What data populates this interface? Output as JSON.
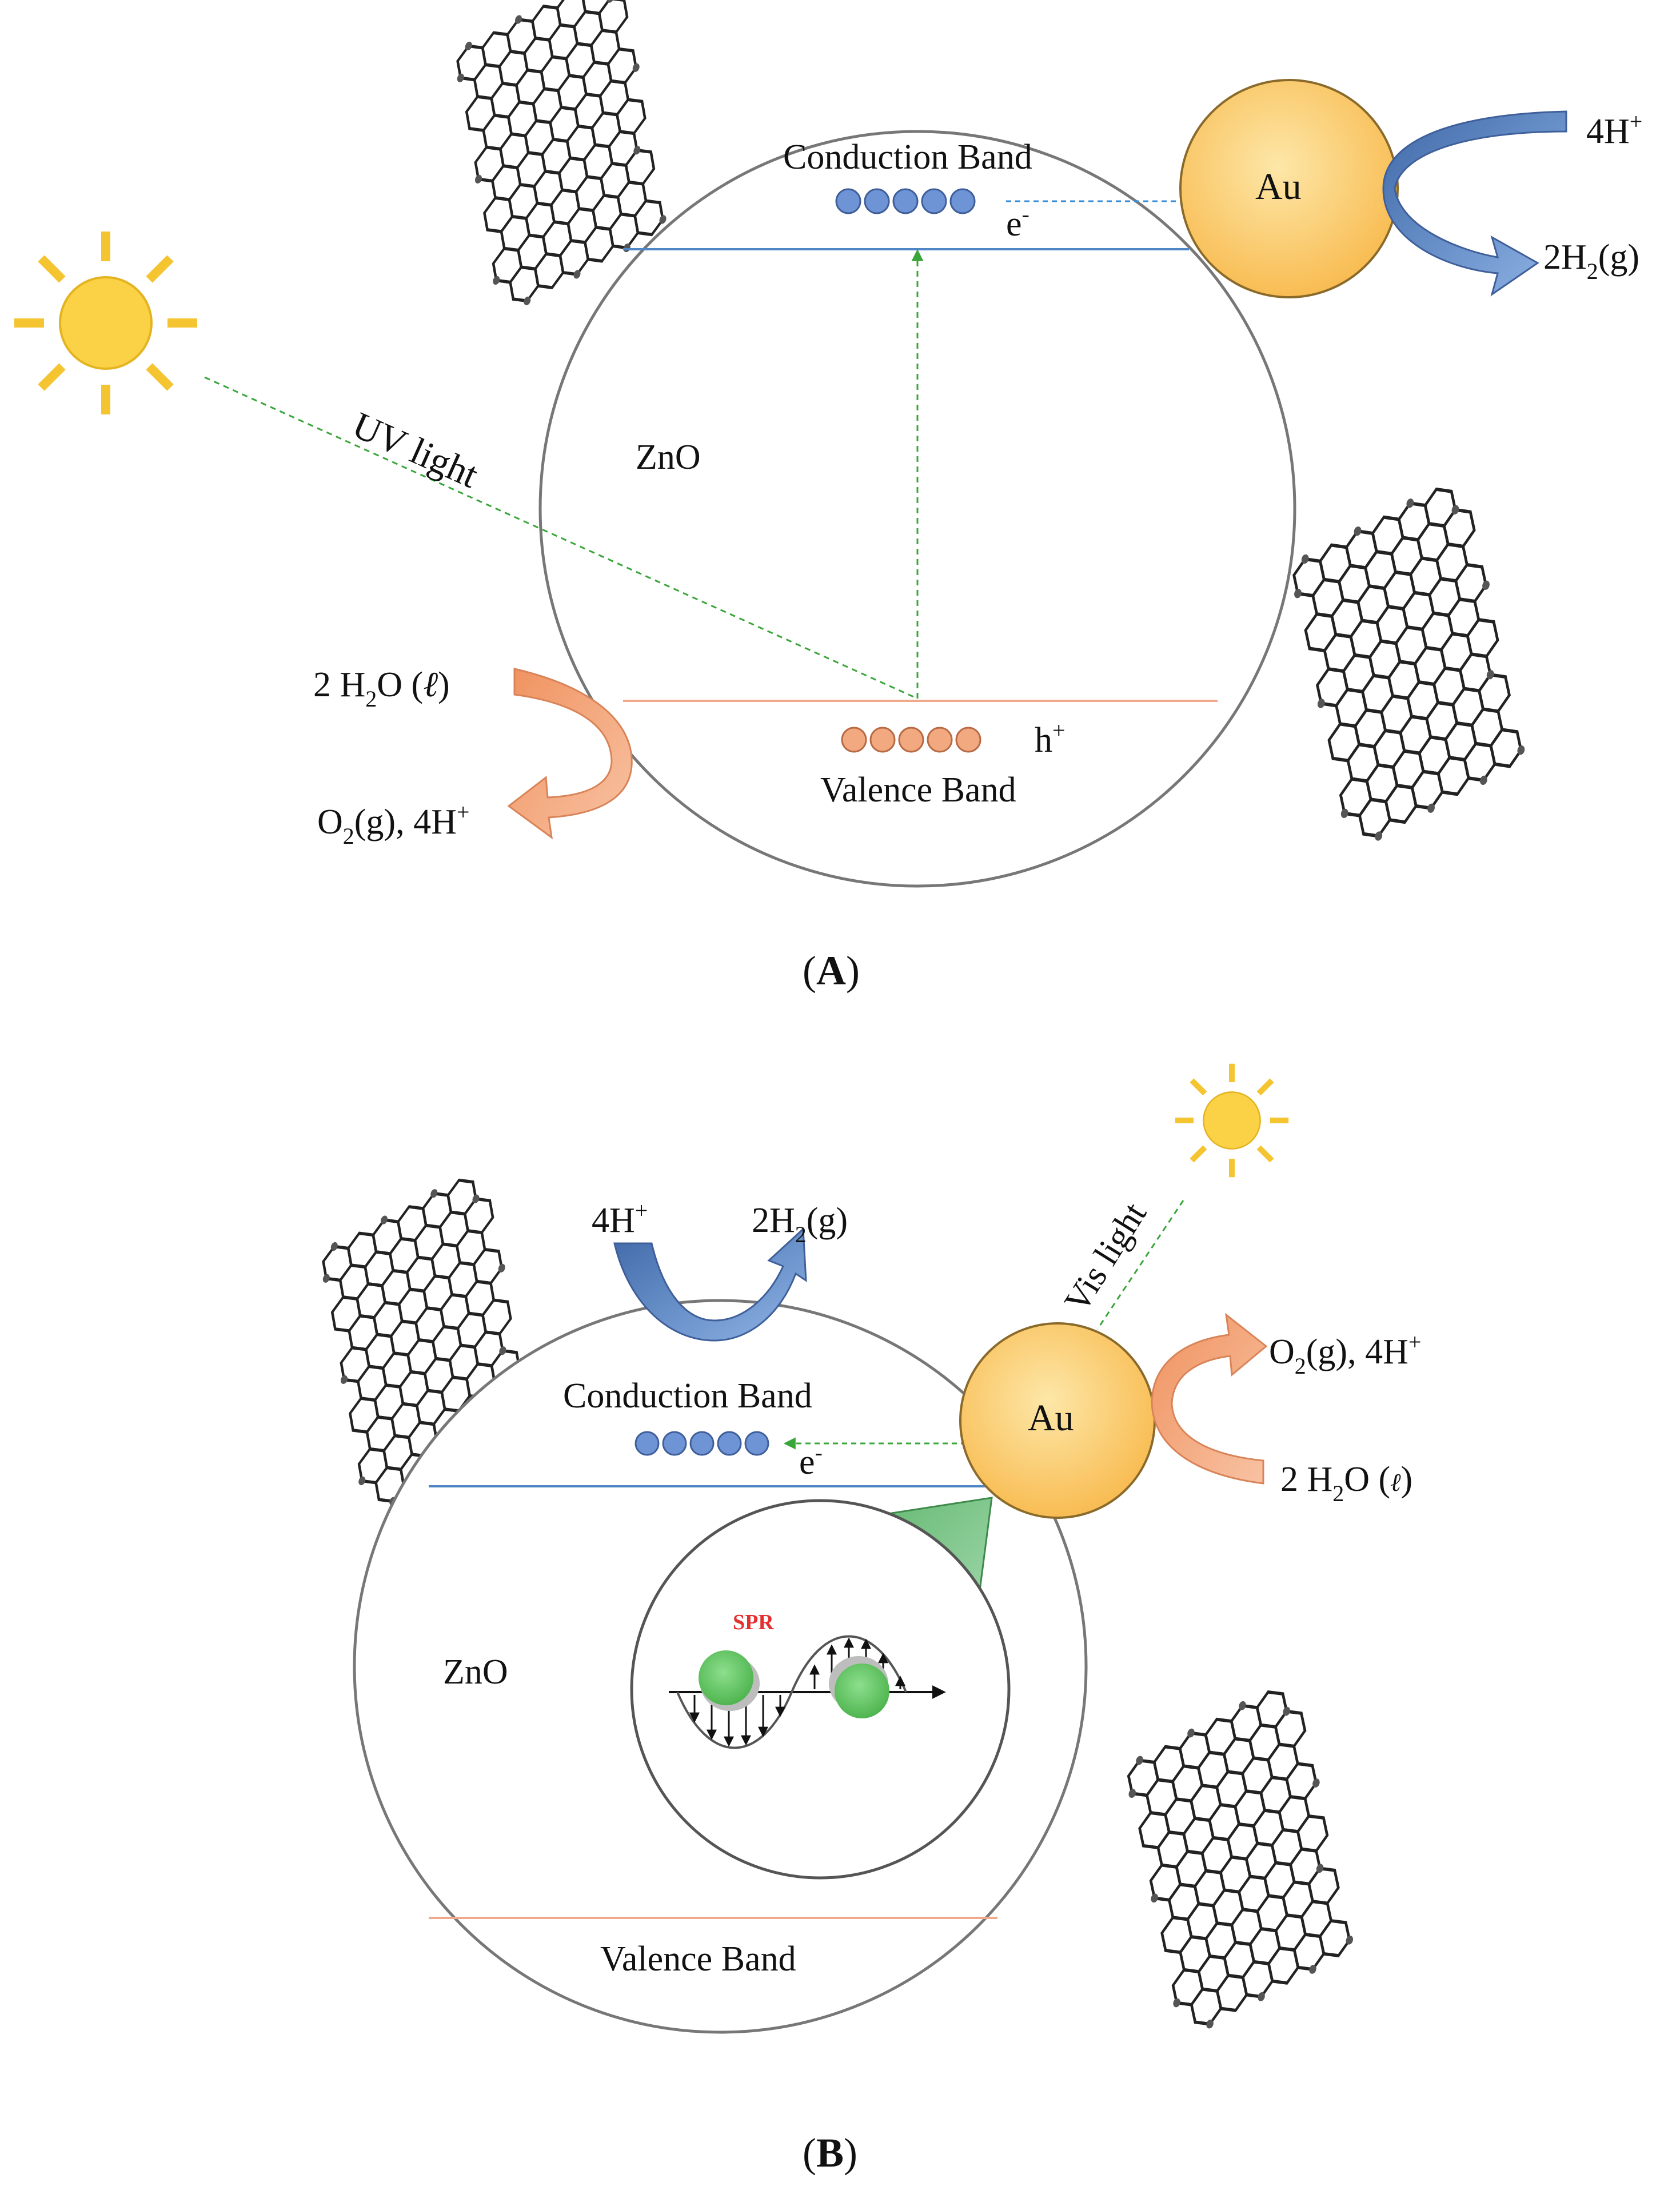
{
  "colors": {
    "conduction_band": "#4f86c6",
    "valence_band": "#f0a98a",
    "electron": "#6f94d6",
    "hole": "#f2a980",
    "gold": "#fbc86a",
    "sun": "#fbd245",
    "blue_arrow": "#4f7fc2",
    "orange_arrow": "#f4a078",
    "light_path": "#3aa63a",
    "spr_cone": "#7fc38c",
    "spr_particle": "#6cc86c"
  },
  "icons": [
    "sun-icon",
    "graphene-sheet-icon",
    "arrow-icon"
  ],
  "panel_a": {
    "conduction_band_label": "Conduction Band",
    "valence_band_label": "Valence Band",
    "semiconductor_label": "ZnO",
    "metal_label": "Au",
    "light_label": "UV light",
    "electron_base": "e",
    "electron_sup": "-",
    "hole_base": "h",
    "hole_sup": "+",
    "reactant_reduction_coef": "4H",
    "reactant_reduction_sup": "+",
    "product_reduction_coef": "2H",
    "product_reduction_sub": "2",
    "product_reduction_phase": "(g)",
    "reactant_oxidation_coef": "2 H",
    "reactant_oxidation_sub": "2",
    "reactant_oxidation_o": "O (",
    "reactant_oxidation_phase": "ℓ",
    "reactant_oxidation_close": ")",
    "product_oxidation_o": "O",
    "product_oxidation_sub": "2",
    "product_oxidation_rest": "(g), 4H",
    "product_oxidation_sup": "+",
    "caption_open": "(",
    "caption_letter": "A",
    "caption_close": ")"
  },
  "panel_b": {
    "conduction_band_label": "Conduction Band",
    "valence_band_label": "Valence Band",
    "semiconductor_label": "ZnO",
    "metal_label": "Au",
    "light_label": "Vis light",
    "spr_label": "SPR",
    "electron_base": "e",
    "electron_sup": "-",
    "reactant_reduction_coef": "4H",
    "reactant_reduction_sup": "+",
    "product_reduction_coef": "2H",
    "product_reduction_sub": "2",
    "product_reduction_phase": "(g)",
    "product_oxidation_o": "O",
    "product_oxidation_sub": "2",
    "product_oxidation_rest": "(g), 4H",
    "product_oxidation_sup": "+",
    "reactant_oxidation_coef": "2 H",
    "reactant_oxidation_sub": "2",
    "reactant_oxidation_o": "O (",
    "reactant_oxidation_phase": "ℓ",
    "reactant_oxidation_close": ")",
    "caption_open": "(",
    "caption_letter": "B",
    "caption_close": ")"
  }
}
